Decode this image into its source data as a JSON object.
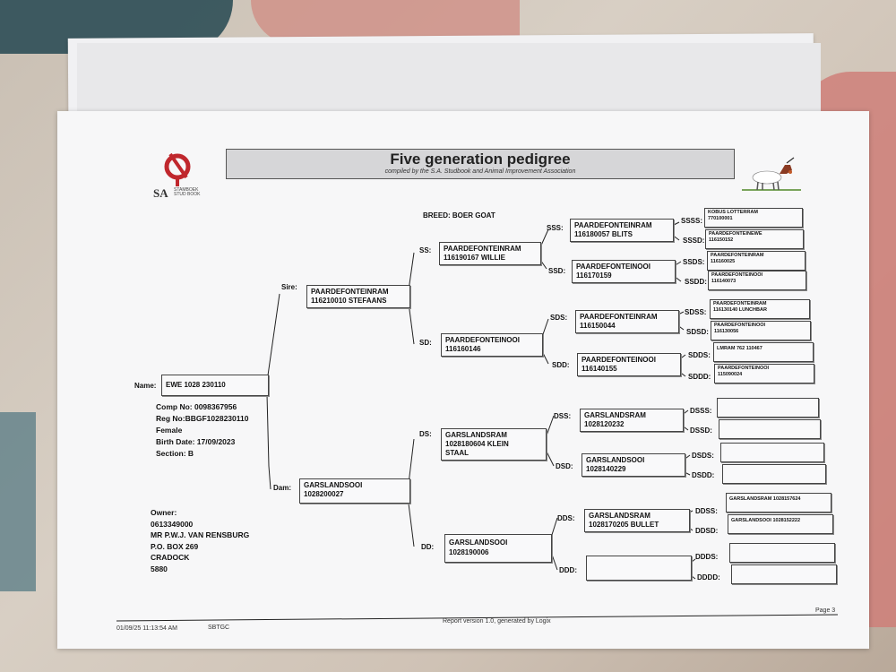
{
  "document": {
    "title": "Five generation pedigree",
    "subtitle": "compiled by the S.A. Studbook and Animal Improvement Association",
    "logo": {
      "abbr": "SA",
      "small": "STAMBOEK STUD BOOK"
    },
    "breed": "BREED: BOER GOAT"
  },
  "animal": {
    "name_label": "Name:",
    "name": "EWE 1028 230110",
    "comp_no": "Comp No: 0098367956",
    "reg_no": "Reg No:BBGF1028230110",
    "sex": "Female",
    "birth_date": "Birth Date: 17/09/2023",
    "section": "Section: B"
  },
  "owner": {
    "label": "Owner:",
    "lines": [
      "0613349000",
      "MR P.W.J. VAN RENSBURG",
      "P.O. BOX 269",
      "CRADOCK",
      "5880"
    ]
  },
  "gen1": {
    "sire": {
      "label": "Sire:",
      "l1": "PAARDEFONTEINRAM",
      "l2": "116210010 STEFAANS"
    },
    "dam": {
      "label": "Dam:",
      "l1": "GARSLANDSOOI",
      "l2": "1028200027"
    }
  },
  "gen2": {
    "ss": {
      "label": "SS:",
      "l1": "PAARDEFONTEINRAM",
      "l2": "116190167 WILLIE"
    },
    "sd": {
      "label": "SD:",
      "l1": "PAARDEFONTEINOOI",
      "l2": "116160146"
    },
    "ds": {
      "label": "DS:",
      "l1": "GARSLANDSRAM",
      "l2": "1028180604 KLEIN",
      "l3": "STAAL"
    },
    "dd": {
      "label": "DD:",
      "l1": "GARSLANDSOOI",
      "l2": "1028190006"
    }
  },
  "gen3": {
    "sss": {
      "label": "SSS:",
      "l1": "PAARDEFONTEINRAM",
      "l2": "116180057 BLITS"
    },
    "ssd": {
      "label": "SSD:",
      "l1": "PAARDEFONTEINOOI",
      "l2": "116170159"
    },
    "sds": {
      "label": "SDS:",
      "l1": "PAARDEFONTEINRAM",
      "l2": "116150044"
    },
    "sdd": {
      "label": "SDD:",
      "l1": "PAARDEFONTEINOOI",
      "l2": "116140155"
    },
    "dss": {
      "label": "DSS:",
      "l1": "GARSLANDSRAM",
      "l2": "1028120232"
    },
    "dsd": {
      "label": "DSD:",
      "l1": "GARSLANDSOOI",
      "l2": "1028140229"
    },
    "dds": {
      "label": "DDS:",
      "l1": "GARSLANDSRAM",
      "l2": "1028170205 BULLET"
    },
    "ddd": {
      "label": "DDD:",
      "l1": "",
      "l2": ""
    }
  },
  "gen4": [
    {
      "label": "SSSS:",
      "l1": "KOBUS LOTTERRAM",
      "l2": "770100001"
    },
    {
      "label": "SSSD:",
      "l1": "PAARDEFONTEINEWE",
      "l2": "116150152"
    },
    {
      "label": "SSDS:",
      "l1": "PAARDEFONTEINRAM",
      "l2": "116160025"
    },
    {
      "label": "SSDD:",
      "l1": "PAARDEFONTEINOOI",
      "l2": "116140073"
    },
    {
      "label": "SDSS:",
      "l1": "PAARDEFONTEINRAM",
      "l2": "116130140 LUNCHBAR"
    },
    {
      "label": "SDSD:",
      "l1": "PAARDEFONTEINOOI",
      "l2": "116130056"
    },
    {
      "label": "SDDS:",
      "l1": "LMRAM 762 110467",
      "l2": ""
    },
    {
      "label": "SDDD:",
      "l1": "PAARDEFONTEINOOI",
      "l2": "115090024"
    },
    {
      "label": "DSSS:",
      "l1": "",
      "l2": ""
    },
    {
      "label": "DSSD:",
      "l1": "",
      "l2": ""
    },
    {
      "label": "DSDS:",
      "l1": "",
      "l2": ""
    },
    {
      "label": "DSDD:",
      "l1": "",
      "l2": ""
    },
    {
      "label": "DDSS:",
      "l1": "GARSLANDSRAM 1028157624",
      "l2": ""
    },
    {
      "label": "DDSD:",
      "l1": "GARSLANDSOOI 1028152222",
      "l2": ""
    },
    {
      "label": "DDDS:",
      "l1": "",
      "l2": ""
    },
    {
      "label": "DDDD:",
      "l1": "",
      "l2": ""
    }
  ],
  "footer": {
    "datetime": "01/09/25 11:13:54 AM",
    "user": "SBTGC",
    "report": "Report version 1.0, generated by Logix",
    "page": "Page 3"
  }
}
